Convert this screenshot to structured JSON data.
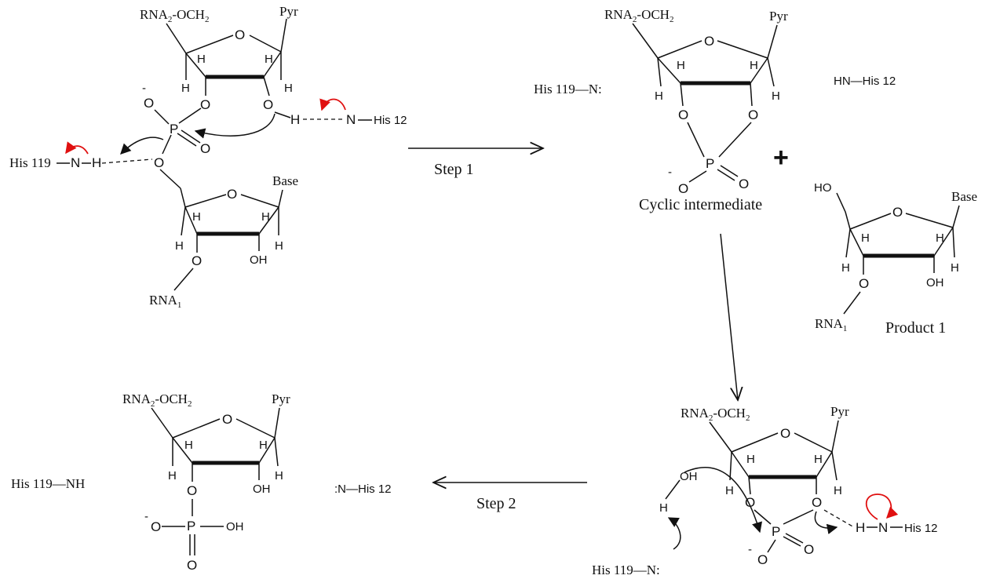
{
  "labels": {
    "step1": "Step 1",
    "step2": "Step 2",
    "cyclic_intermediate": "Cyclic intermediate",
    "product1": "Product 1",
    "plus": "+"
  },
  "atoms": {
    "rna2_och2": "RNA2-OCH2",
    "rna1": "RNA1",
    "ho": "HO",
    "pyr": "Pyr",
    "base": "Base",
    "h": "H",
    "o": "O",
    "p": "P",
    "oh": "OH",
    "minus": "-",
    "his119_nh_dashed": "His 119—N—H-",
    "his12_dashed": "H-----N—His 12",
    "his119_n": "His 119—N:",
    "hn_his12": "HN—His 12",
    "his119_nh": "His 119—NH",
    "n_his12": ":N—His 12",
    "h_n_his12": "H—N—His 12"
  },
  "colors": {
    "ink": "#111111",
    "arrow_red": "#e01010"
  }
}
